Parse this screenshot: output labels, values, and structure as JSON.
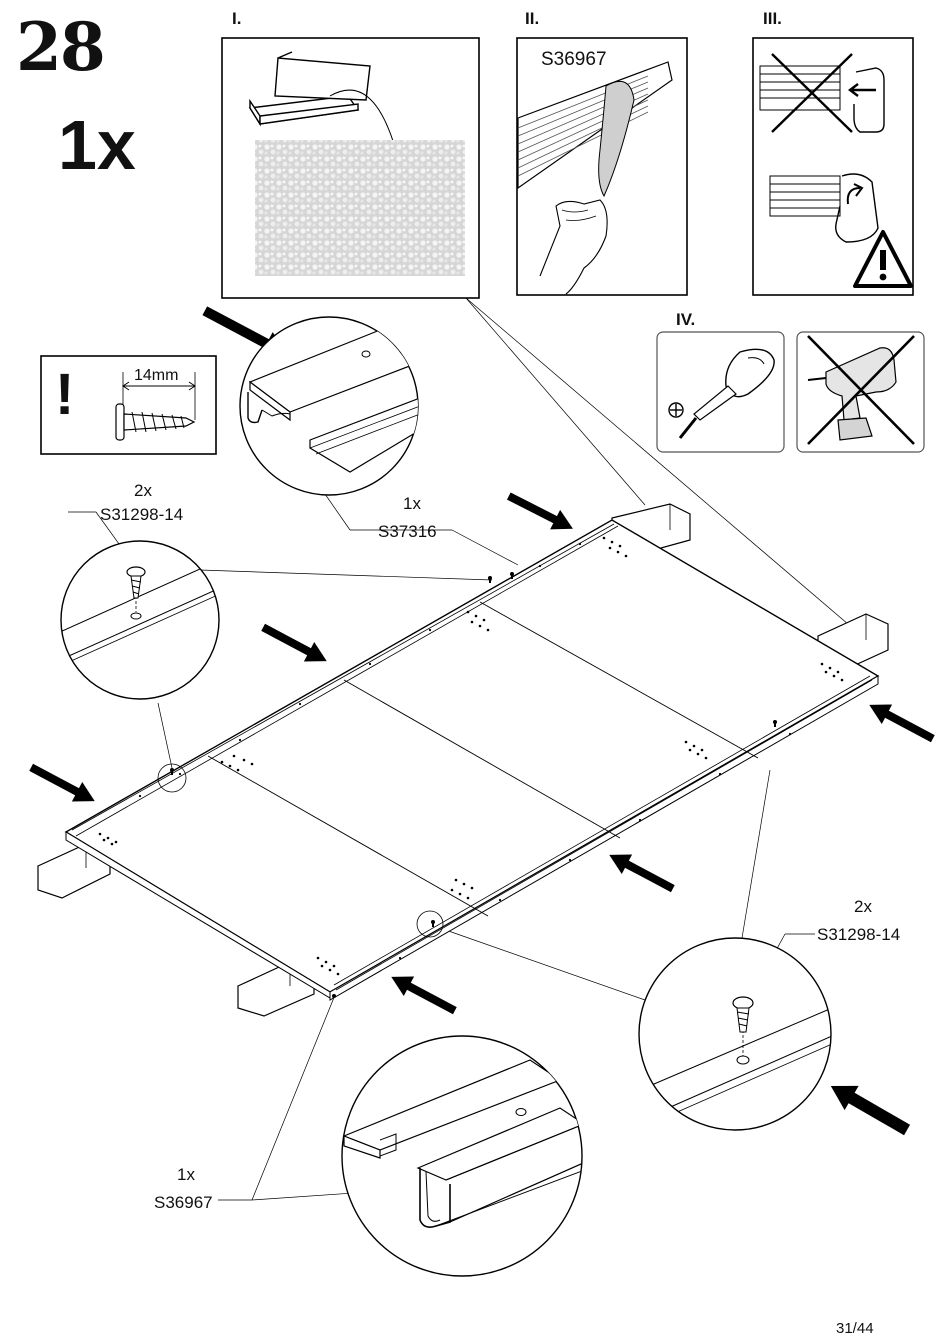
{
  "step": {
    "number": "28",
    "quantity": "1x"
  },
  "panels": [
    {
      "id": "I",
      "label": "I."
    },
    {
      "id": "II",
      "label": "II.",
      "part_code": "S36967"
    },
    {
      "id": "III",
      "label": "III."
    },
    {
      "id": "IV",
      "label": "IV."
    }
  ],
  "warning_box": {
    "symbol": "!",
    "screw_length": "14mm"
  },
  "callouts": {
    "screw_top_left": {
      "qty": "2x",
      "code": "S31298-14"
    },
    "rail_top": {
      "qty": "1x",
      "code": "S37316"
    },
    "screw_right": {
      "qty": "2x",
      "code": "S31298-14"
    },
    "rail_bottom": {
      "qty": "1x",
      "code": "S36967"
    }
  },
  "page": {
    "number": "31/44"
  },
  "icons": [
    "foam-texture-icon",
    "peel-tape-icon",
    "no-slide-icon",
    "warning-triangle-icon",
    "screwdriver-icon",
    "no-drill-icon",
    "screw-icon",
    "push-arrow-icon"
  ]
}
